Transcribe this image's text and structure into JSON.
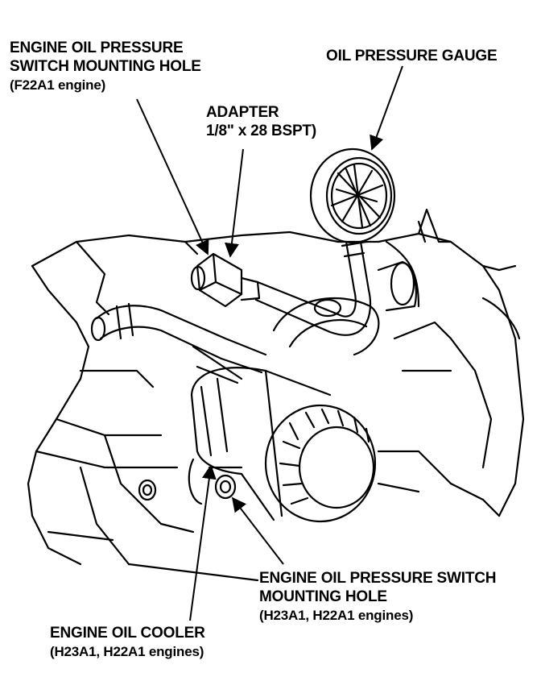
{
  "labels": {
    "switch_hole_f22a1": {
      "line1": "ENGINE OIL PRESSURE",
      "line2": "SWITCH MOUNTING HOLE",
      "line3": "(F22A1 engine)"
    },
    "adapter": {
      "line1": "ADAPTER",
      "line2": "1/8\" x 28 BSPT)"
    },
    "gauge": {
      "line1": "OIL PRESSURE GAUGE"
    },
    "switch_hole_h23": {
      "line1": "ENGINE OIL PRESSURE SWITCH",
      "line2": "MOUNTING HOLE",
      "line3": "(H23A1, H22A1 engines)"
    },
    "oil_cooler": {
      "line1": "ENGINE OIL COOLER",
      "line2": "(H23A1, H22A1 engines)"
    }
  },
  "colors": {
    "ink": "#000000",
    "paper": "#ffffff"
  }
}
